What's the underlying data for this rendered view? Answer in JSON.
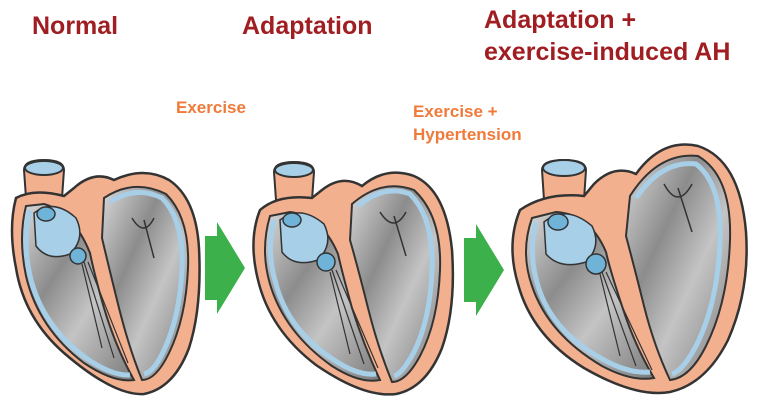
{
  "panels": [
    {
      "title": "Normal"
    },
    {
      "title": "Adaptation",
      "stimulus": "Exercise"
    },
    {
      "title_lines": [
        "Adaptation +",
        "exercise-induced AH"
      ],
      "stimulus_lines": [
        "Exercise +",
        "Hypertension"
      ]
    }
  ],
  "colors": {
    "title": "#a01d22",
    "stimulus": "#f07a3a",
    "arrow": "#3cb04a",
    "myocardium": "#f3b08f",
    "chamber": "#9a9a9a",
    "vessel_lining": "#a8cfe8",
    "valve": "#6fb4d8"
  },
  "icons": [
    "heart-cross-section-icon",
    "arrow-right-icon"
  ]
}
